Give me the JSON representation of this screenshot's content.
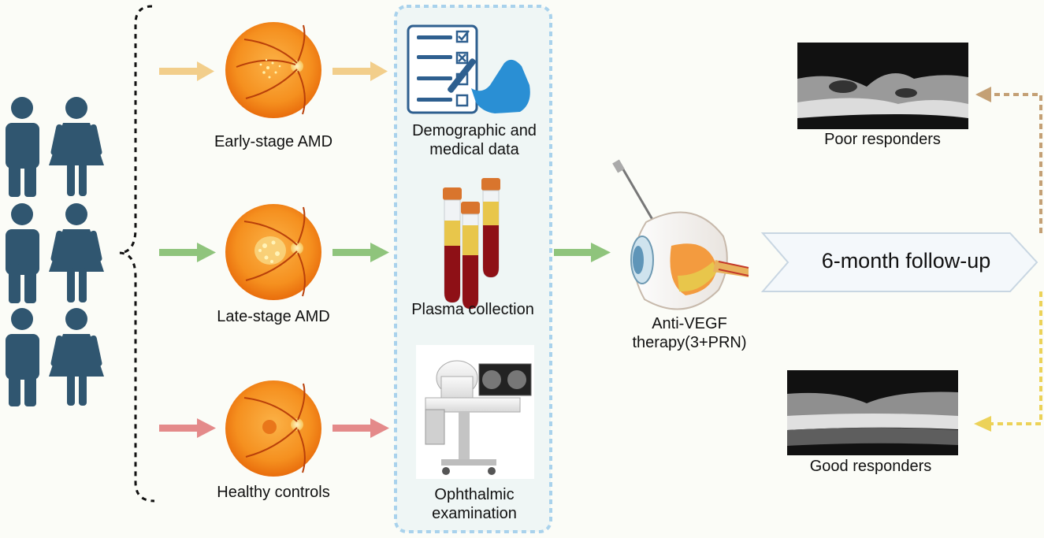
{
  "groups": [
    {
      "label": "Early-stage AMD",
      "arrow_color": "#f2ce8b"
    },
    {
      "label": "Late-stage AMD",
      "arrow_color": "#8fc47c"
    },
    {
      "label": "Healthy controls",
      "arrow_color": "#e48a8a"
    }
  ],
  "steps": [
    {
      "label": "Demographic and medical data"
    },
    {
      "label": "Plasma collection"
    },
    {
      "label": "Ophthalmic examination"
    }
  ],
  "therapy": {
    "label": "Anti-VEGF therapy(3+PRN)"
  },
  "followup": {
    "label": "6-month follow-up"
  },
  "outcomes": [
    {
      "label": "Poor responders",
      "arrow_color": "#c4a075"
    },
    {
      "label": "Good responders",
      "arrow_color": "#ecd258"
    }
  ],
  "colors": {
    "person": "#305670",
    "retina_outer": "#f07f12",
    "retina_inner": "#f9a63a",
    "panel_border": "#a9d2ec",
    "panel_fill": "#eff6f5",
    "tube_cap": "#d9752d",
    "blood": "#8e1016",
    "plasma": "#e8c64b",
    "checklist": "#2e5f8f",
    "hand": "#2a8fd4"
  }
}
